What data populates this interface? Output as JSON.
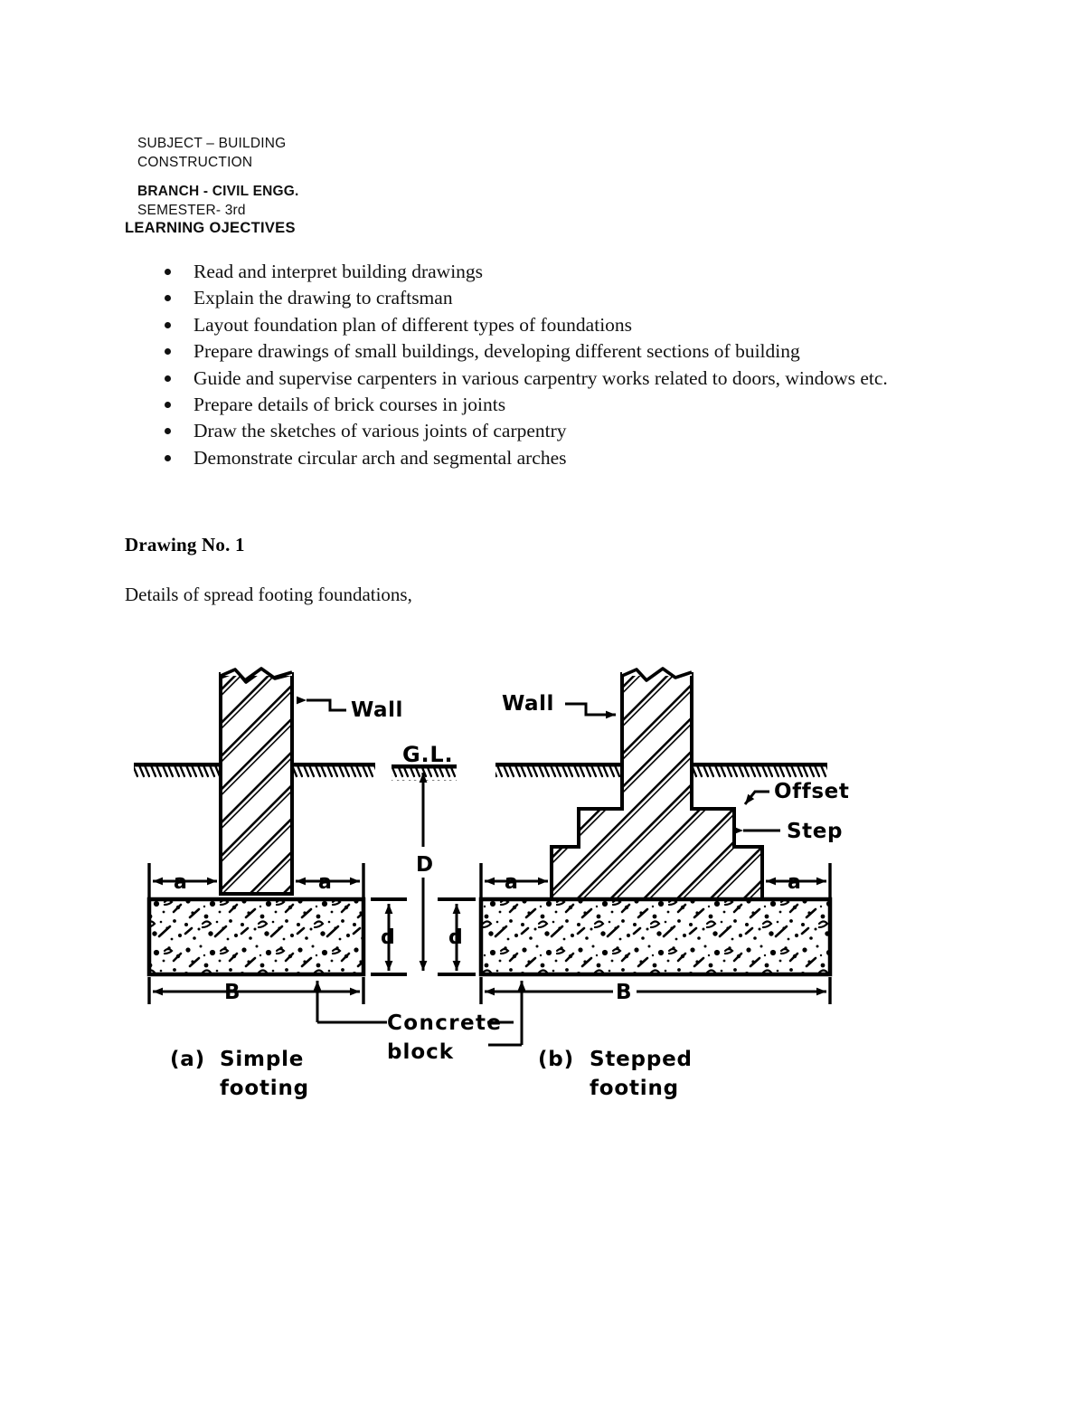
{
  "document": {
    "header": {
      "subject_line1": "SUBJECT – BUILDING",
      "subject_line2": "CONSTRUCTION",
      "branch": "BRANCH - CIVIL ENGG.",
      "semester": "SEMESTER- 3rd",
      "learning_objectives_title": "LEARNING OJECTIVES"
    },
    "objectives": [
      "Read and interpret building drawings",
      "Explain the drawing to craftsman",
      "Layout foundation plan of different types of foundations",
      "Prepare drawings of small buildings, developing different sections of building",
      "Guide and supervise carpenters in various carpentry works related to doors, windows etc.",
      "Prepare details of brick courses in joints",
      "Draw the sketches of various joints of carpentry",
      "Demonstrate circular arch and segmental arches"
    ],
    "drawing": {
      "number_heading": "Drawing No. 1",
      "description": "Details of spread footing foundations,"
    }
  },
  "figure": {
    "title": "Details of spread footing foundations",
    "labels": {
      "wall_left": "Wall",
      "wall_right": "Wall",
      "ground_level": "G.L.",
      "offset": "Offset",
      "step": "Step",
      "concrete_block_line1": "Concrete",
      "concrete_block_line2": "block",
      "depth_D": "D",
      "depth_d_left": "d",
      "depth_d_right": "d",
      "projection_a_1": "a",
      "projection_a_2": "a",
      "projection_a_3": "a",
      "projection_a_4": "a",
      "width_B_left": "B",
      "width_B_right": "B"
    },
    "captions": {
      "left_tag": "(a)",
      "left_line1": "Simple",
      "left_line2": "footing",
      "right_tag": "(b)",
      "right_line1": "Stepped",
      "right_line2": "footing"
    },
    "colors": {
      "ink": "#000000",
      "paper": "#ffffff"
    }
  }
}
